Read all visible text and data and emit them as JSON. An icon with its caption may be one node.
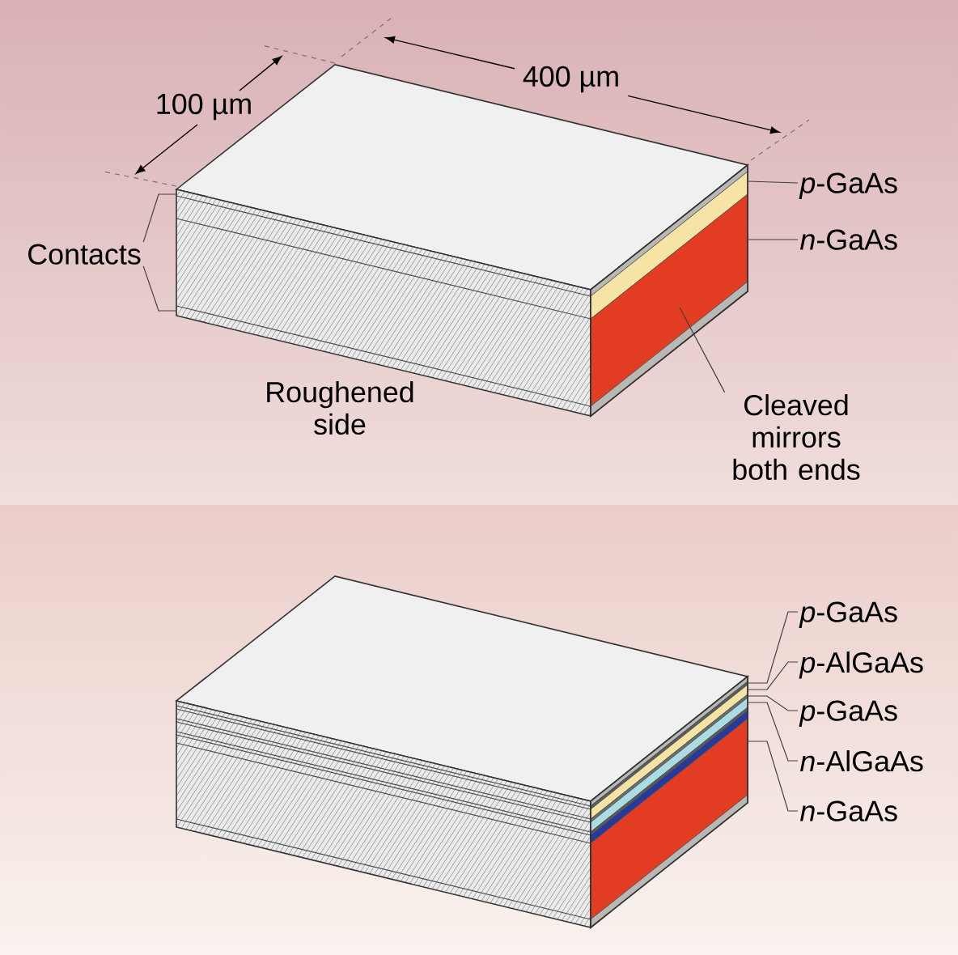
{
  "diagram": {
    "nodes": [
      {
        "text": [
          "Contacts"
        ]
      },
      {
        "text": [
          "*p*-GaAs"
        ]
      },
      {
        "text": [
          "*n*-GaAs"
        ]
      },
      {
        "text": [
          "Cleaved mirrors both ends"
        ]
      },
      {
        "text": [
          "*p*-GaAs"
        ]
      },
      {
        "text": [
          "*p*-AlGaAs"
        ]
      },
      {
        "text": [
          "*p*-GaAs"
        ]
      },
      {
        "text": [
          "*n*-AlGaAs"
        ]
      },
      {
        "text": [
          "*n*-GaAs"
        ]
      }
    ],
    "edges": [
      {
        "from": 0,
        "to": null,
        "arrow": "none"
      },
      {
        "from": 0,
        "to": null,
        "arrow": "none"
      },
      {
        "from": 1,
        "to": null,
        "arrow": "none"
      },
      {
        "from": 2,
        "to": null,
        "arrow": "none"
      },
      {
        "from": 3,
        "to": null,
        "arrow": "none"
      },
      {
        "from": 4,
        "to": null,
        "arrow": "none"
      },
      {
        "from": 5,
        "to": null,
        "arrow": "none"
      },
      {
        "from": 6,
        "to": null,
        "arrow": "none"
      },
      {
        "from": 7,
        "to": null,
        "arrow": "none"
      },
      {
        "from": 8,
        "to": null,
        "arrow": "none"
      }
    ],
    "labels": [
      "400 µm",
      "100 µm",
      "Roughened side"
    ]
  }
}
